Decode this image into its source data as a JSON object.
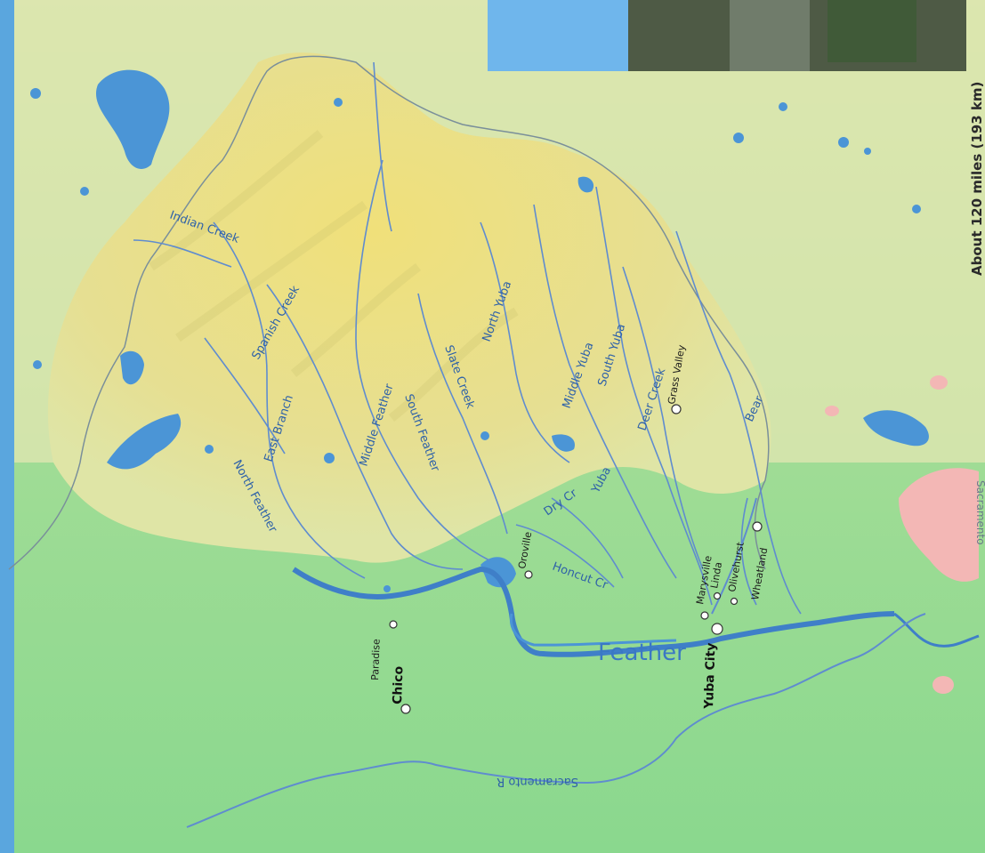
{
  "colors": {
    "lowland": "#8fd694",
    "foothill": "#d9e6a8",
    "mountain": "#eadf86",
    "water": "#4b95d6",
    "river": "#3f7fc8",
    "urban": "#f3b7b5",
    "sky": "#6fb6ec"
  },
  "labels": {
    "feather": "Feather",
    "north_feather": "North Feather",
    "east_branch": "East Branch",
    "spanish_creek": "Spanish Creek",
    "middle_feather": "Middle Feather",
    "south_feather": "South Feather",
    "north_yuba": "North Yuba",
    "middle_yuba": "Middle Yuba",
    "south_yuba": "South Yuba",
    "deer_creek": "Deer Creek",
    "yuba": "Yuba",
    "bear": "Bear",
    "indian_creek": "Indian Creek",
    "slate_creek": "Slate Creek",
    "dry_creek": "Dry Cr",
    "honcut_creek": "Honcut Cr",
    "sacramento": "Sacramento",
    "sacramento_river": "Sacramento R"
  },
  "towns": {
    "oroville": "Oroville",
    "marysville": "Marysville",
    "linda": "Linda",
    "olivehurst": "Olivehurst",
    "wheatland": "Wheatland",
    "yuba_city": "Yuba City",
    "chico": "Chico",
    "paradise": "Paradise",
    "grass_valley": "Grass Valley"
  },
  "scale": {
    "text": "About 120 miles (193 km)"
  }
}
